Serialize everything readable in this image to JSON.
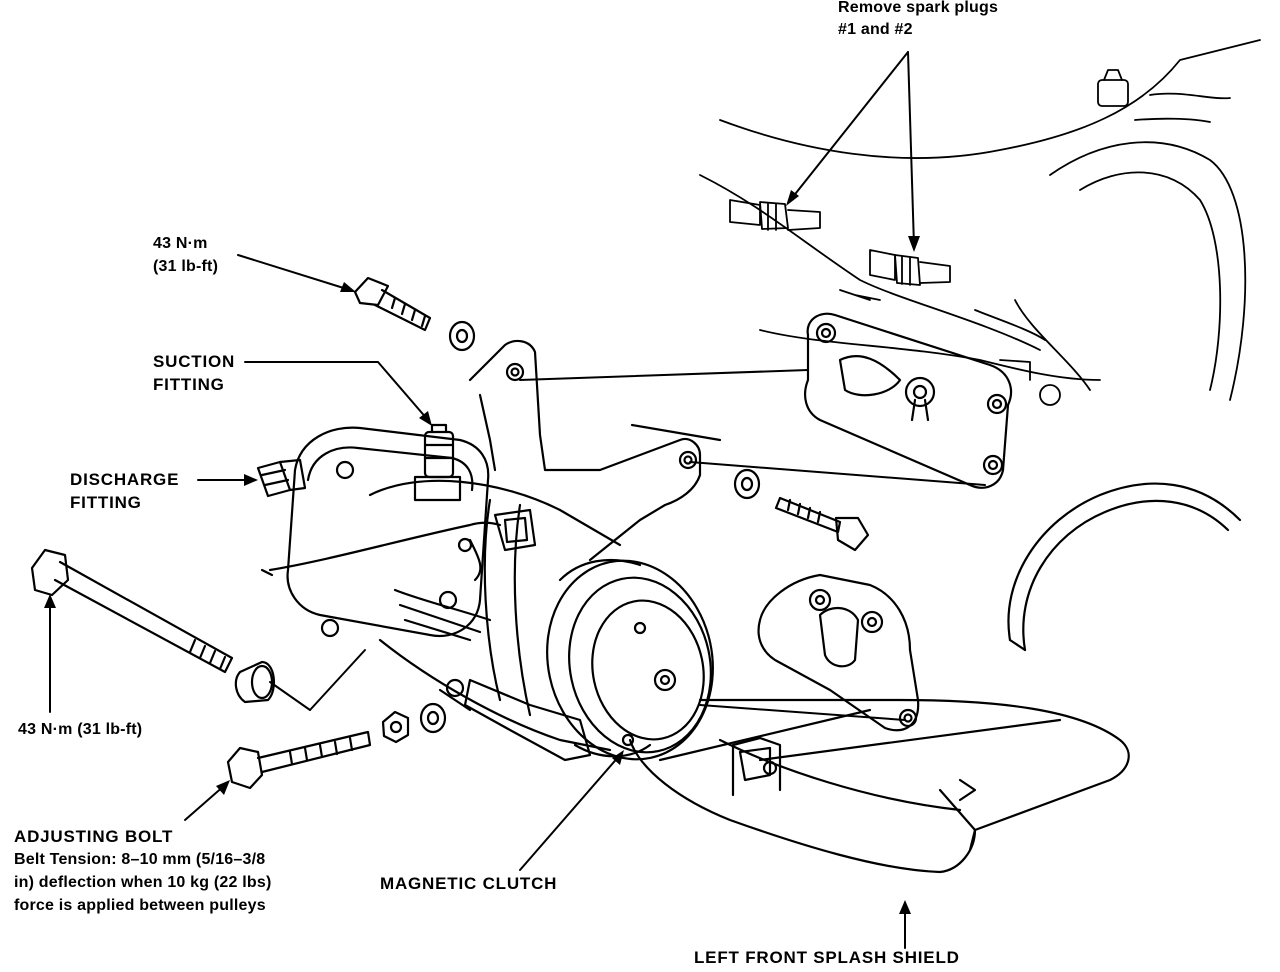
{
  "labels": {
    "spark_plugs_line1": "Remove spark plugs",
    "spark_plugs_line2": "#1 and #2",
    "torque_top_line1": "43 N·m",
    "torque_top_line2": "(31 lb-ft)",
    "suction_line1": "SUCTION",
    "suction_line2": "FITTING",
    "discharge_line1": "DISCHARGE",
    "discharge_line2": "FITTING",
    "torque_bottom": "43 N·m (31 lb-ft)",
    "adjusting_bolt_title": "ADJUSTING BOLT",
    "adjusting_bolt_line1": "Belt Tension:  8–10 mm (5/16–3/8",
    "adjusting_bolt_line2": "in) deflection when 10 kg (22 lbs)",
    "adjusting_bolt_line3": "force is applied between pulleys",
    "magnetic_clutch": "MAGNETIC CLUTCH",
    "splash_shield": "LEFT FRONT SPLASH SHIELD"
  },
  "colors": {
    "ink": "#000000",
    "paper": "#ffffff"
  }
}
